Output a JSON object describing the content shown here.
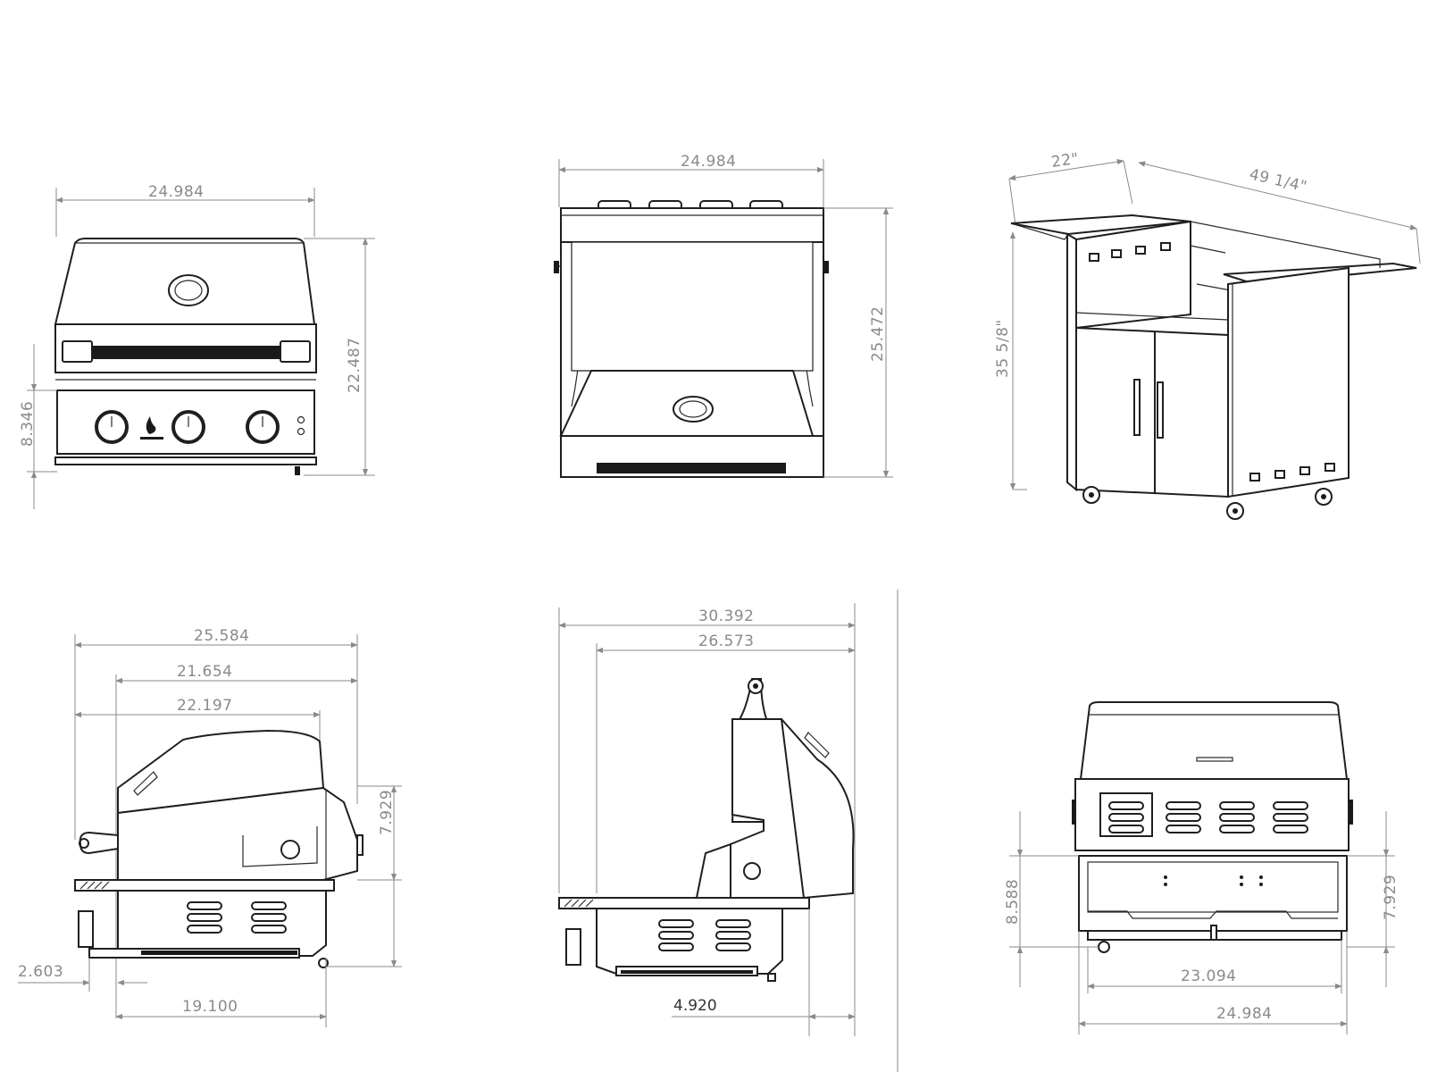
{
  "views": {
    "front_view": {
      "width": "24.984",
      "height": "22.487",
      "base_height": "8.346"
    },
    "rear_view": {
      "width": "24.984",
      "height": "25.472"
    },
    "cart_view": {
      "depth": "22\"",
      "width": "49 1/4\"",
      "height": "35 5/8\""
    },
    "side_view": {
      "overall_depth": "25.584",
      "top_depth": "21.654",
      "lid_depth": "22.197",
      "lid_height": "7.929",
      "handle_offset": "2.603",
      "cutout_depth": "19.100"
    },
    "side_open_view": {
      "open_depth": "30.392",
      "depth": "26.573",
      "clearance": "4.920"
    },
    "back_view": {
      "height": "8.588",
      "lid_height": "7.929",
      "cutout_width": "23.094",
      "width": "24.984"
    }
  },
  "colors": {
    "line": "#1f1f1f",
    "dimension": "#8a8a8a",
    "background": "#ffffff"
  }
}
